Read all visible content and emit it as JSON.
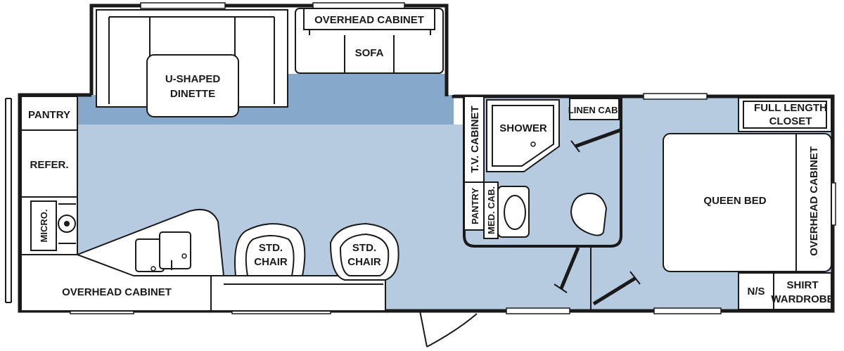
{
  "colors": {
    "floor": "#b7cbe0",
    "slideout_floor": "#86a9cb",
    "walls": "#1a1a1a",
    "fixtures": "#ffffff"
  },
  "labels": {
    "overhead_cabinet_top": "OVERHEAD CABINET",
    "sofa": "SOFA",
    "dinette_line1": "U-SHAPED",
    "dinette_line2": "DINETTE",
    "pantry_left": "PANTRY",
    "refer": "REFER.",
    "micro": "MICRO.",
    "overhead_cabinet_bottom": "OVERHEAD CABINET",
    "std_chair_1_line1": "STD.",
    "std_chair_1_line2": "CHAIR",
    "std_chair_2_line1": "STD.",
    "std_chair_2_line2": "CHAIR",
    "tv_cabinet": "T.V. CABINET",
    "pantry_mid": "PANTRY",
    "med_cab": "MED. CAB.",
    "shower": "SHOWER",
    "linen_cab": "LINEN CAB.",
    "closet_line1": "FULL LENGTH",
    "closet_line2": "CLOSET",
    "queen_bed": "QUEEN BED",
    "overhead_cabinet_right": "OVERHEAD CABINET",
    "ns": "N/S",
    "wardrobe_line1": "SHIRT",
    "wardrobe_line2": "WARDROBE"
  }
}
